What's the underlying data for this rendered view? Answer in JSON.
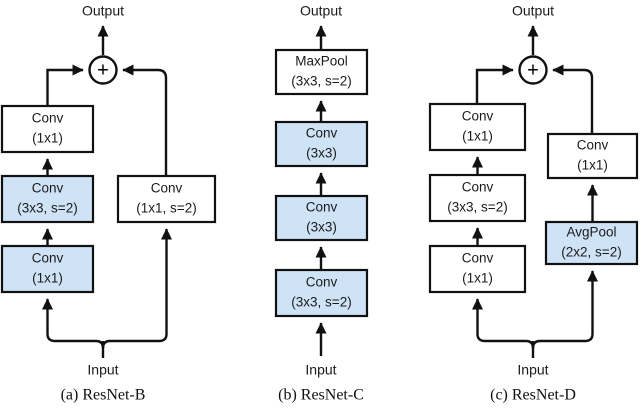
{
  "figure": {
    "panels": [
      {
        "id": "resnet-b",
        "caption": "(a) ResNet-B",
        "output_label": "Output",
        "input_label": "Input",
        "merge_symbol": "+",
        "blocks": [
          {
            "name": "conv-1x1-top",
            "line1": "Conv",
            "line2": "(1x1)",
            "highlight": false
          },
          {
            "name": "conv-3x3-s2",
            "line1": "Conv",
            "line2": "(3x3, s=2)",
            "highlight": true
          },
          {
            "name": "conv-1x1-bottom",
            "line1": "Conv",
            "line2": "(1x1)",
            "highlight": true
          },
          {
            "name": "conv-1x1-s2-shortcut",
            "line1": "Conv",
            "line2": "(1x1, s=2)",
            "highlight": false
          }
        ]
      },
      {
        "id": "resnet-c",
        "caption": "(b) ResNet-C",
        "output_label": "Output",
        "input_label": "Input",
        "merge_symbol": "",
        "blocks": [
          {
            "name": "maxpool-3x3-s2",
            "line1": "MaxPool",
            "line2": "(3x3, s=2)",
            "highlight": false
          },
          {
            "name": "conv-3x3-third",
            "line1": "Conv",
            "line2": "(3x3)",
            "highlight": true
          },
          {
            "name": "conv-3x3-second",
            "line1": "Conv",
            "line2": "(3x3)",
            "highlight": true
          },
          {
            "name": "conv-3x3-s2",
            "line1": "Conv",
            "line2": "(3x3, s=2)",
            "highlight": true
          }
        ]
      },
      {
        "id": "resnet-d",
        "caption": "(c) ResNet-D",
        "output_label": "Output",
        "input_label": "Input",
        "merge_symbol": "+",
        "blocks": [
          {
            "name": "conv-1x1-top",
            "line1": "Conv",
            "line2": "(1x1)",
            "highlight": false
          },
          {
            "name": "conv-3x3-s2",
            "line1": "Conv",
            "line2": "(3x3, s=2)",
            "highlight": false
          },
          {
            "name": "conv-1x1-bottom",
            "line1": "Conv",
            "line2": "(1x1)",
            "highlight": false
          },
          {
            "name": "conv-1x1-shortcut",
            "line1": "Conv",
            "line2": "(1x1)",
            "highlight": false
          },
          {
            "name": "avgpool-2x2-s2",
            "line1": "AvgPool",
            "line2": "(2x2, s=2)",
            "highlight": true
          }
        ]
      }
    ],
    "colors": {
      "highlight_fill": "#cfe3f7",
      "plain_fill": "#ffffff",
      "stroke": "#111111",
      "background": "#ffffff"
    }
  }
}
